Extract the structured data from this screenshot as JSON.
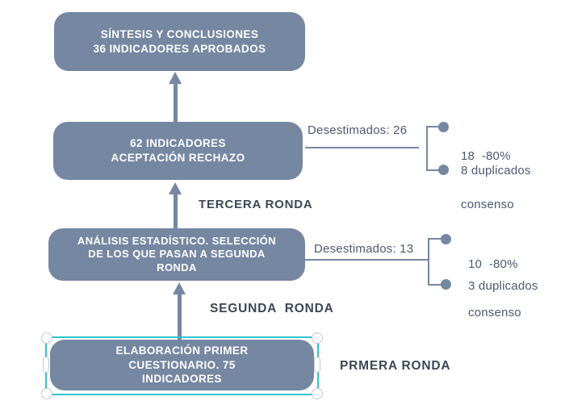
{
  "colors": {
    "box_fill": "#7687A2",
    "connector": "#7687A2",
    "box_text": "#FFFFFF",
    "round_label_text": "#3E4756",
    "annotation_text": "#4C5A72",
    "selection_accent": "#2FC5D1"
  },
  "boxes": {
    "sintesis": {
      "line1": "SÍNTESIS Y CONCLUSIONES",
      "line2": "36 INDICADORES APROBADOS"
    },
    "aceptacion": {
      "line1": "62 INDICADORES",
      "line2": "ACEPTACIÓN RECHAZO"
    },
    "analisis": {
      "line1": "ANÁLISIS ESTADÍSTICO. SELECCIÓN",
      "line2": "DE LOS QUE PASAN A SEGUNDA",
      "line3": "RONDA"
    },
    "elaboracion": {
      "line1": "ELABORACIÓN PRIMER",
      "line2": "CUESTIONARIO. 75",
      "line3": "INDICADORES"
    }
  },
  "round_labels": {
    "tercera": "TERCERA RONDA",
    "segunda": "SEGUNDA  RONDA",
    "primera": "PRMERA RONDA"
  },
  "annotations": {
    "tercera": {
      "label": "Desestimados: 26",
      "branch1_line1": "18  -80%",
      "branch1_line2": "consenso",
      "branch2": "8 duplicados"
    },
    "segunda": {
      "label": "Desestimados: 13",
      "branch1_line1": "10  -80%",
      "branch1_line2": "consenso",
      "branch2": "3 duplicados"
    }
  }
}
